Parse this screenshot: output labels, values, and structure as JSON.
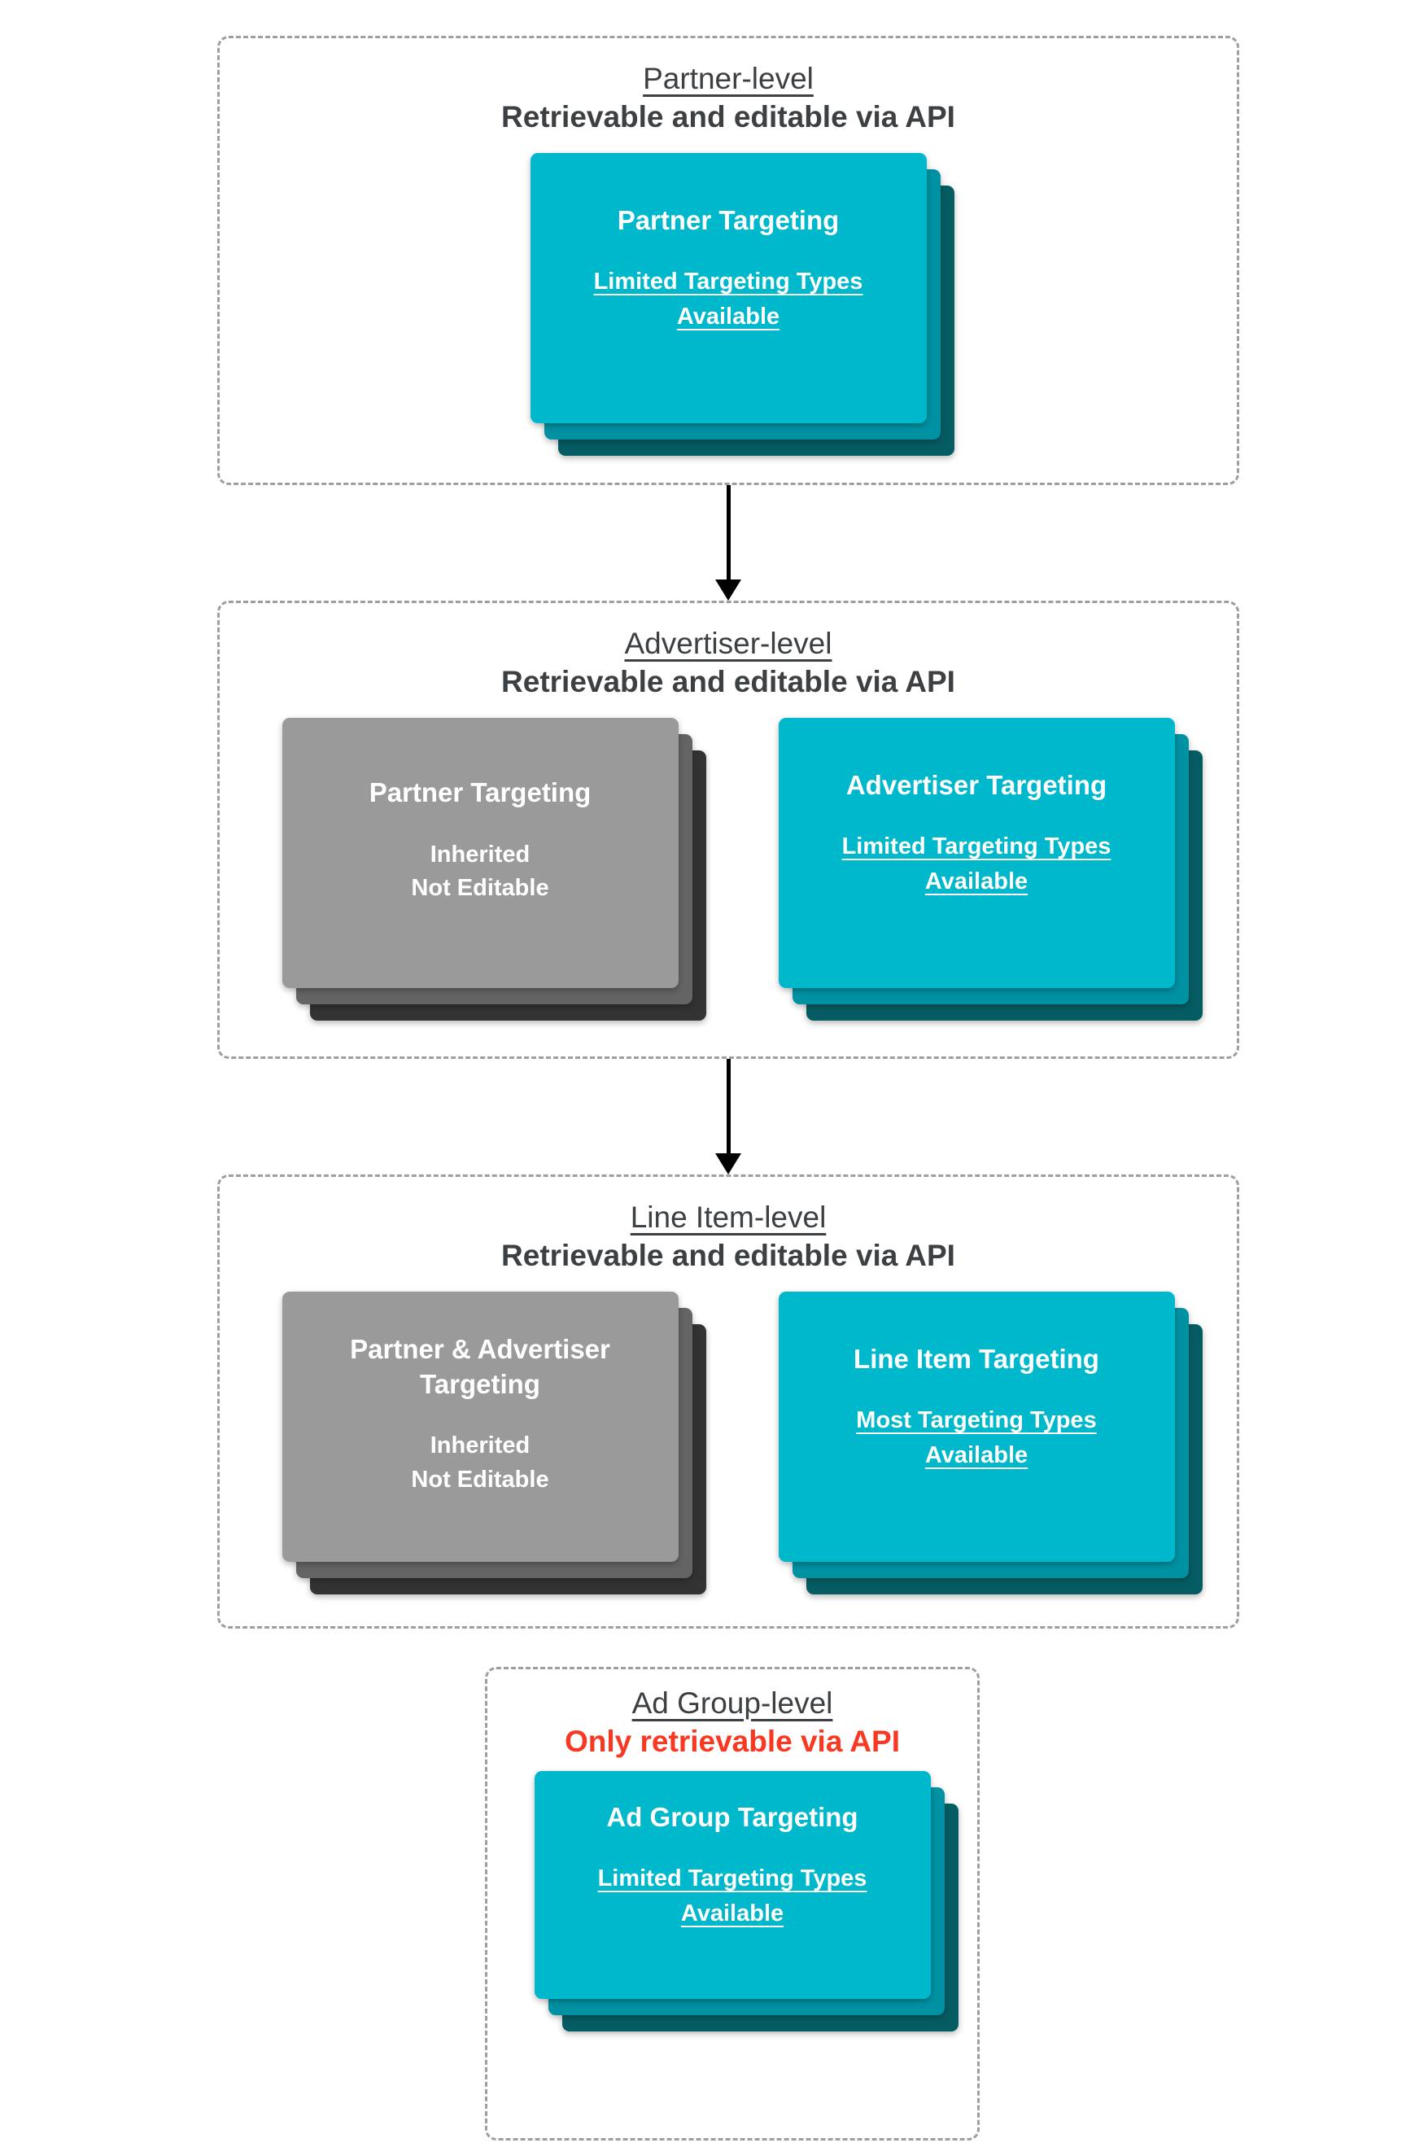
{
  "colors": {
    "section_title": "#3c4043",
    "alert_red": "#f93822",
    "border_dash": "#9e9e9e",
    "arrow": "#000000",
    "card_text": "#ffffff",
    "teal": {
      "front": "#00b8cb",
      "mid": "#0092a3",
      "back": "#055d63"
    },
    "gray": {
      "front": "#9a9a9a",
      "mid": "#646464",
      "back": "#333333"
    }
  },
  "sections": [
    {
      "title": "Partner-level",
      "subtitle": "Retrievable and editable via API",
      "cards": [
        {
          "style": "teal",
          "title": "Partner Targeting",
          "link_text": "Limited Targeting Types Available"
        }
      ]
    },
    {
      "title": "Advertiser-level",
      "subtitle": "Retrievable and editable via API",
      "cards": [
        {
          "style": "gray",
          "title": "Partner Targeting",
          "lines": [
            "Inherited",
            "Not Editable"
          ]
        },
        {
          "style": "teal",
          "title": "Advertiser Targeting",
          "link_text": "Limited Targeting Types Available"
        }
      ]
    },
    {
      "title": "Line Item-level",
      "subtitle": "Retrievable and editable via API",
      "cards": [
        {
          "style": "gray",
          "title": "Partner & Advertiser Targeting",
          "lines": [
            "Inherited",
            "Not Editable"
          ]
        },
        {
          "style": "teal",
          "title": "Line Item Targeting",
          "link_text": "Most Targeting Types Available"
        }
      ]
    },
    {
      "title": "Ad Group-level",
      "subtitle": "Only retrievable via API",
      "cards": [
        {
          "style": "teal",
          "title": "Ad Group Targeting",
          "link_text": "Limited Targeting Types Available"
        }
      ]
    }
  ]
}
